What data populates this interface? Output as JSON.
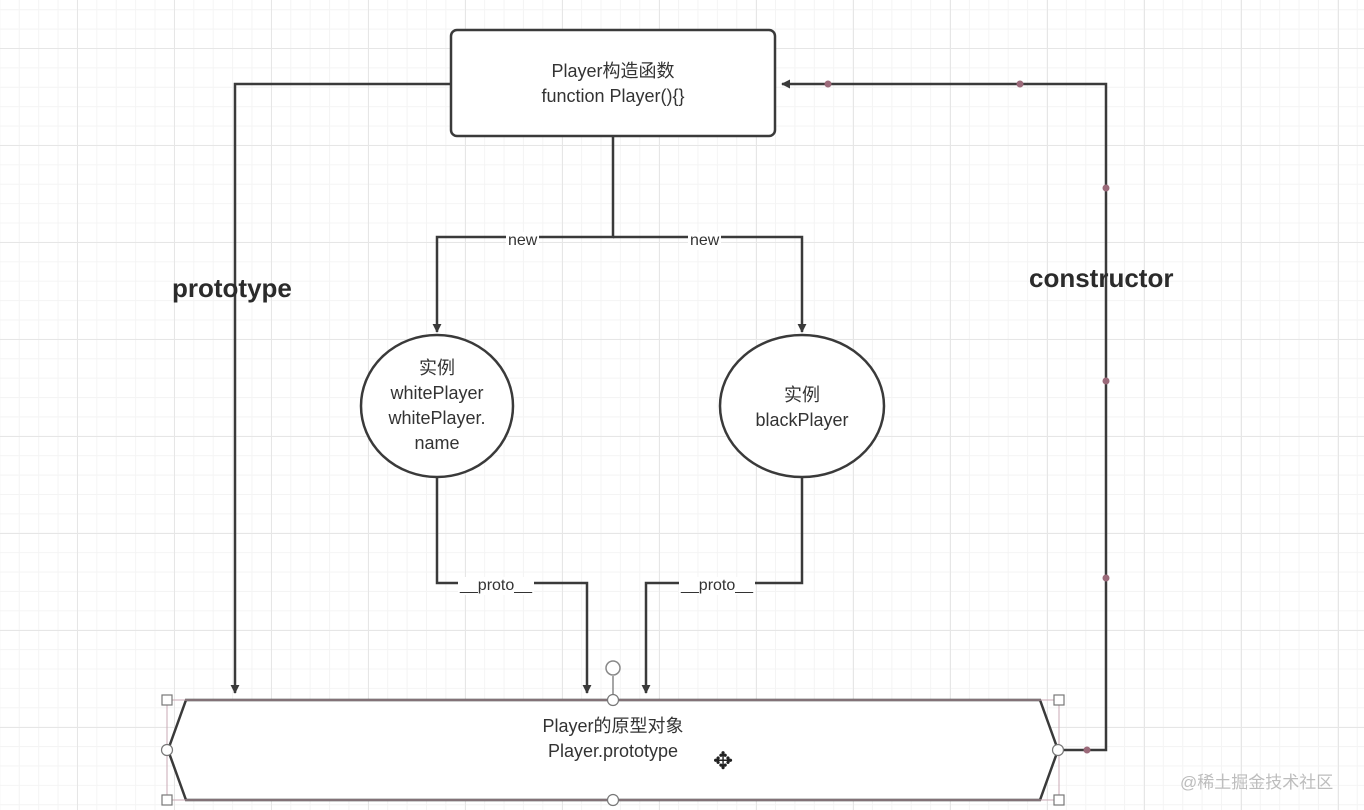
{
  "nodes": {
    "constructor_fn": {
      "line1": "Player构造函数",
      "line2": "function Player(){}"
    },
    "white_instance": {
      "line1": "实例",
      "line2": "whitePlayer",
      "line3": "whitePlayer.",
      "line4": "name"
    },
    "black_instance": {
      "line1": "实例",
      "line2": "blackPlayer"
    },
    "prototype_obj": {
      "line1": "Player的原型对象",
      "line2": "Player.prototype"
    }
  },
  "edges": {
    "new_left": "new",
    "new_right": "new",
    "proto_left": "__proto__",
    "proto_right": "__proto__",
    "prototype": "prototype",
    "constructor": "constructor"
  },
  "watermark": "@稀土掘金技术社区",
  "colors": {
    "stroke": "#3a3a3a",
    "handle": "#9b6a7a",
    "grid": "#e6e6e6"
  }
}
